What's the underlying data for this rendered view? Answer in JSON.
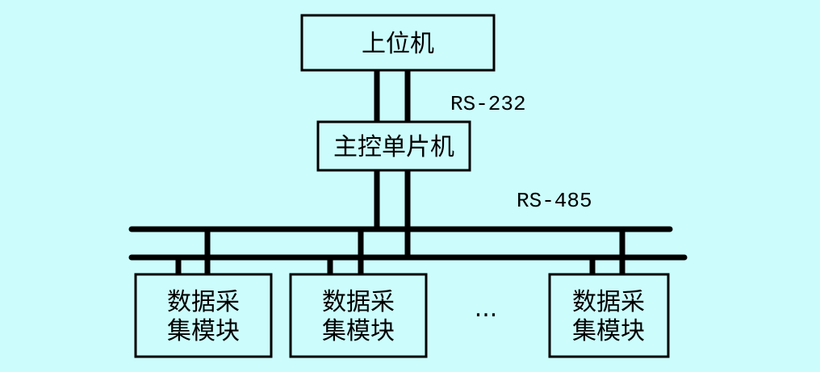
{
  "host": {
    "label": "上位机"
  },
  "master": {
    "label": "主控单片机"
  },
  "links": {
    "upper": "RS-232",
    "lower": "RS-485"
  },
  "modules": [
    {
      "line1": "数据采",
      "line2": "集模块"
    },
    {
      "line1": "数据采",
      "line2": "集模块"
    },
    {
      "line1": "数据采",
      "line2": "集模块"
    }
  ],
  "ellipsis": "..."
}
